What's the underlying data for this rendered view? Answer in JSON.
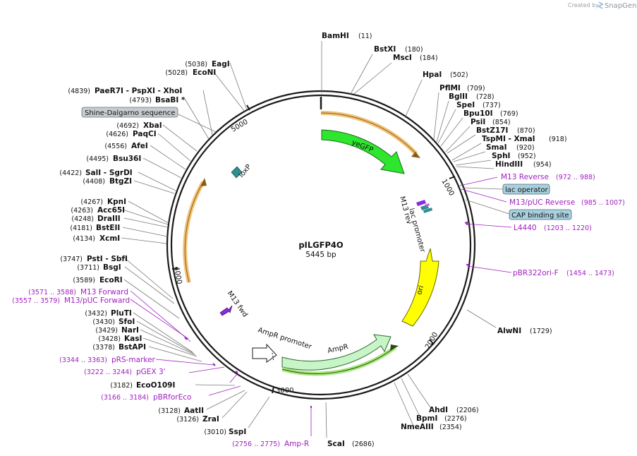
{
  "header": {
    "created_by": "Created by",
    "brand": "SnapGene",
    "brand_icon": "snapgene-logo-icon"
  },
  "plasmid": {
    "name": "pILGFP4O",
    "length": "5445 bp",
    "total_bp": 5445
  },
  "ticks": [
    "1000",
    "2000",
    "3000",
    "4000",
    "5000"
  ],
  "sites": [
    {
      "name": "BamHI",
      "pos": "(11)"
    },
    {
      "name": "BstXI",
      "pos": "(180)"
    },
    {
      "name": "MscI",
      "pos": "(184)"
    },
    {
      "name": "HpaI",
      "pos": "(502)"
    },
    {
      "name": "PflMI",
      "pos": "(709)"
    },
    {
      "name": "BglII",
      "pos": "(728)"
    },
    {
      "name": "SpeI",
      "pos": "(737)"
    },
    {
      "name": "Bpu10I",
      "pos": "(769)"
    },
    {
      "name": "PsiI",
      "pos": "(854)"
    },
    {
      "name": "BstZ17I",
      "pos": "(870)"
    },
    {
      "name": "TspMI - XmaI",
      "pos": "(918)"
    },
    {
      "name": "SmaI",
      "pos": "(920)"
    },
    {
      "name": "SphI",
      "pos": "(952)"
    },
    {
      "name": "HindIII",
      "pos": "(954)"
    },
    {
      "name": "AlwNI",
      "pos": "(1729)"
    },
    {
      "name": "AhdI",
      "pos": "(2206)"
    },
    {
      "name": "BpmI",
      "pos": "(2276)"
    },
    {
      "name": "NmeAIII",
      "pos": "(2354)"
    },
    {
      "name": "ScaI",
      "pos": "(2686)"
    },
    {
      "name": "SspI",
      "pos": "(3010)"
    },
    {
      "name": "ZraI",
      "pos": "(3126)"
    },
    {
      "name": "AatII",
      "pos": "(3128)"
    },
    {
      "name": "EcoO109I",
      "pos": "(3182)"
    },
    {
      "name": "BstAPI",
      "pos": "(3378)"
    },
    {
      "name": "KasI",
      "pos": "(3428)"
    },
    {
      "name": "NarI",
      "pos": "(3429)"
    },
    {
      "name": "SfoI",
      "pos": "(3430)"
    },
    {
      "name": "PluTI",
      "pos": "(3432)"
    },
    {
      "name": "EcoRI",
      "pos": "(3589)"
    },
    {
      "name": "BsgI",
      "pos": "(3711)"
    },
    {
      "name": "PstI - SbfI",
      "pos": "(3747)"
    },
    {
      "name": "XcmI",
      "pos": "(4134)"
    },
    {
      "name": "BstEII",
      "pos": "(4181)"
    },
    {
      "name": "DraIII",
      "pos": "(4248)"
    },
    {
      "name": "Acc65I",
      "pos": "(4263)"
    },
    {
      "name": "KpnI",
      "pos": "(4267)"
    },
    {
      "name": "BtgZI",
      "pos": "(4408)"
    },
    {
      "name": "SalI - SgrDI",
      "pos": "(4422)"
    },
    {
      "name": "Bsu36I",
      "pos": "(4495)"
    },
    {
      "name": "AfeI",
      "pos": "(4556)"
    },
    {
      "name": "PaqCI",
      "pos": "(4626)"
    },
    {
      "name": "XbaI",
      "pos": "(4692)"
    },
    {
      "name": "BsaBI *",
      "pos": "(4793)"
    },
    {
      "name": "PaeR7I - PspXI - XhoI",
      "pos": "(4839)"
    },
    {
      "name": "EcoNI",
      "pos": "(5028)"
    },
    {
      "name": "EagI",
      "pos": "(5038)"
    }
  ],
  "primers": [
    {
      "name": "M13 Reverse",
      "range": "(972 .. 988)"
    },
    {
      "name": "M13/pUC Reverse",
      "range": "(985 .. 1007)"
    },
    {
      "name": "L4440",
      "range": "(1203 .. 1220)"
    },
    {
      "name": "pBR322ori-F",
      "range": "(1454 .. 1473)"
    },
    {
      "name": "Amp-R",
      "range": "(2756 .. 2775)"
    },
    {
      "name": "pBRforEco",
      "range": "(3166 .. 3184)"
    },
    {
      "name": "pGEX 3'",
      "range": "(3222 .. 3244)"
    },
    {
      "name": "pRS-marker",
      "range": "(3344 .. 3363)"
    },
    {
      "name": "M13/pUC Forward",
      "range": "(3557 .. 3579)"
    },
    {
      "name": "M13 Forward",
      "range": "(3571 .. 3588)"
    }
  ],
  "boxed_features": [
    "lac operator",
    "CAP binding site",
    "Shine-Dalgarno sequence"
  ],
  "features": {
    "yegfp": "yeGFP",
    "ori": "ori",
    "ampr": "AmpR",
    "ampr_promoter": "AmpR promoter",
    "lac_promoter": "lac promoter",
    "m13_rev": "M13 rev",
    "m13_fwd": "M13 fwd",
    "loxp": "loxP"
  },
  "colors": {
    "backbone": "#1a1a1a",
    "yegfp": "#2ee62e",
    "ori": "#ffff00",
    "ampr": "#c8f5c8",
    "orf_arrow": "#f0b860",
    "primer": "#a020c0",
    "promoter_purple": "#8a2be2",
    "teal": "#2f8f8f",
    "box_fill": "#a8d0de"
  }
}
